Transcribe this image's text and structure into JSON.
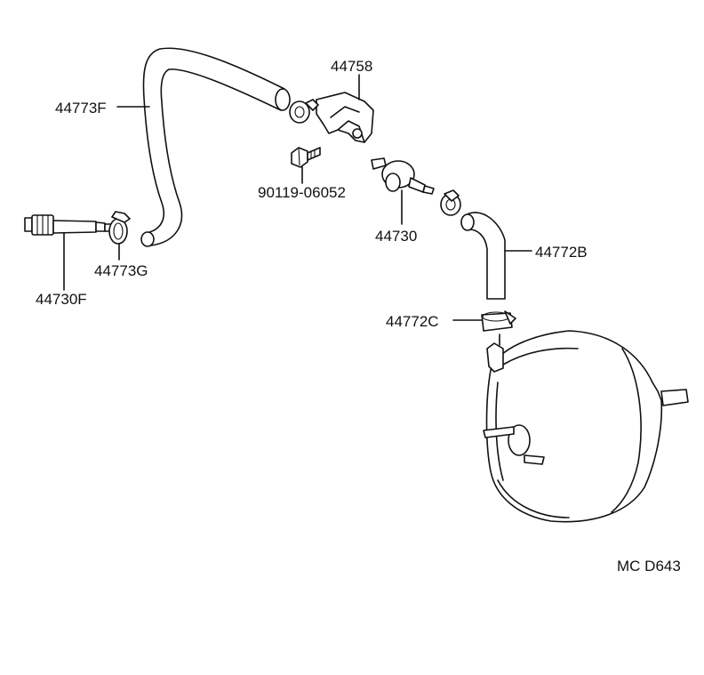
{
  "labels": {
    "hose_upper": "44773F",
    "bracket": "44758",
    "bolt": "90119-06052",
    "valve": "44730",
    "hose_right": "44772B",
    "clamp_lower": "44772C",
    "clamp_left": "44773G",
    "union": "44730F"
  },
  "footer": {
    "code": "MC  D643"
  }
}
